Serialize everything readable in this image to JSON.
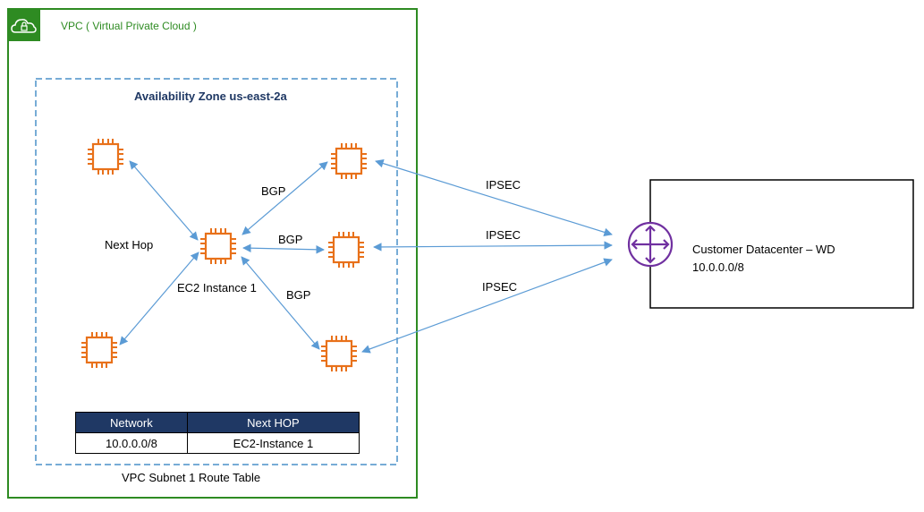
{
  "vpc": {
    "title": "VPC ( Virtual Private Cloud )"
  },
  "availability_zone": {
    "title": "Availability Zone  us-east-2a"
  },
  "labels": {
    "next_hop": "Next Hop",
    "ec2_instance": "EC2 Instance 1",
    "bgp_top": "BGP",
    "bgp_middle": "BGP",
    "bgp_bottom": "BGP",
    "ipsec_top": "IPSEC",
    "ipsec_middle": "IPSEC",
    "ipsec_bottom": "IPSEC"
  },
  "route_table": {
    "caption": "VPC Subnet 1 Route Table",
    "headers": [
      "Network",
      "Next HOP"
    ],
    "rows": [
      [
        "10.0.0.0/8",
        "EC2-Instance 1"
      ]
    ]
  },
  "datacenter": {
    "name": "Customer Datacenter – WD",
    "cidr": "10.0.0.0/8"
  },
  "icons": {
    "vpc_cloud": "cloud-lock-icon",
    "ec2_chip": "ec2-chip-icon",
    "router": "router-icon"
  },
  "colors": {
    "vpc_border": "#2e8b22",
    "az_border": "#4a90c8",
    "chip": "#e8711a",
    "arrow": "#5b9bd5",
    "router": "#7030a0",
    "table_header": "#1f3864"
  }
}
